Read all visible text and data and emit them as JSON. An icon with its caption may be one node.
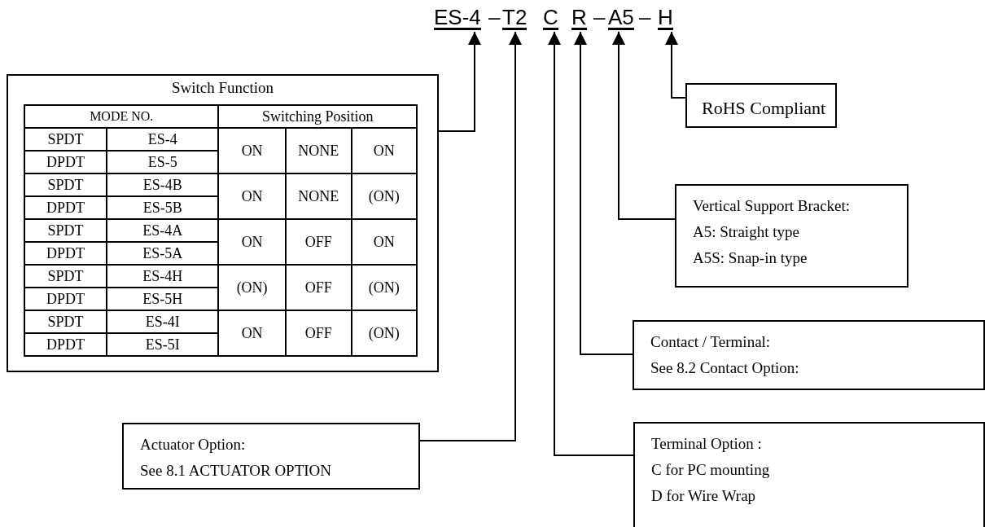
{
  "diagram": {
    "nodes": [
      {
        "text": [
          "ES-4"
        ]
      },
      {
        "text": [
          "T2"
        ]
      },
      {
        "text": [
          "C"
        ]
      },
      {
        "text": [
          "R"
        ]
      },
      {
        "text": [
          "A5"
        ]
      },
      {
        "text": [
          "H"
        ]
      },
      {
        "text": [
          "Switch Function"
        ]
      },
      {
        "text": [
          "RoHS Compliant"
        ]
      },
      {
        "text": [
          "Vertical Support Bracket:",
          "A5: Straight type",
          "A5S: Snap-in type"
        ]
      },
      {
        "text": [
          "Contact / Terminal:",
          "See 8.2 Contact Option:"
        ]
      },
      {
        "text": [
          "Actuator Option:",
          "See 8.1 ACTUATOR OPTION"
        ]
      },
      {
        "text": [
          "Terminal Option :",
          "C for PC mounting",
          "D for Wire Wrap"
        ]
      }
    ],
    "edges": [
      {
        "from": 6,
        "to": 0,
        "arrow": "to"
      },
      {
        "from": 10,
        "to": 1,
        "arrow": "to"
      },
      {
        "from": 11,
        "to": 2,
        "arrow": "to"
      },
      {
        "from": 9,
        "to": 3,
        "arrow": "to"
      },
      {
        "from": 8,
        "to": 4,
        "arrow": "to"
      },
      {
        "from": 7,
        "to": 5,
        "arrow": "to"
      }
    ],
    "labels": [
      "–",
      "–",
      "–",
      "MODE NO.",
      "Switching Position",
      "SPDT",
      "ES-4",
      "ON",
      "NONE",
      "ON",
      "DPDT",
      "ES-5",
      "SPDT",
      "ES-4B",
      "ON",
      "NONE",
      "(ON)",
      "DPDT",
      "ES-5B",
      "SPDT",
      "ES-4A",
      "ON",
      "OFF",
      "ON",
      "DPDT",
      "ES-5A",
      "SPDT",
      "ES-4H",
      "(ON)",
      "OFF",
      "(ON)",
      "DPDT",
      "ES-5H",
      "SPDT",
      "ES-4I",
      "ON",
      "OFF",
      "(ON)",
      "DPDT",
      "ES-5I"
    ]
  }
}
